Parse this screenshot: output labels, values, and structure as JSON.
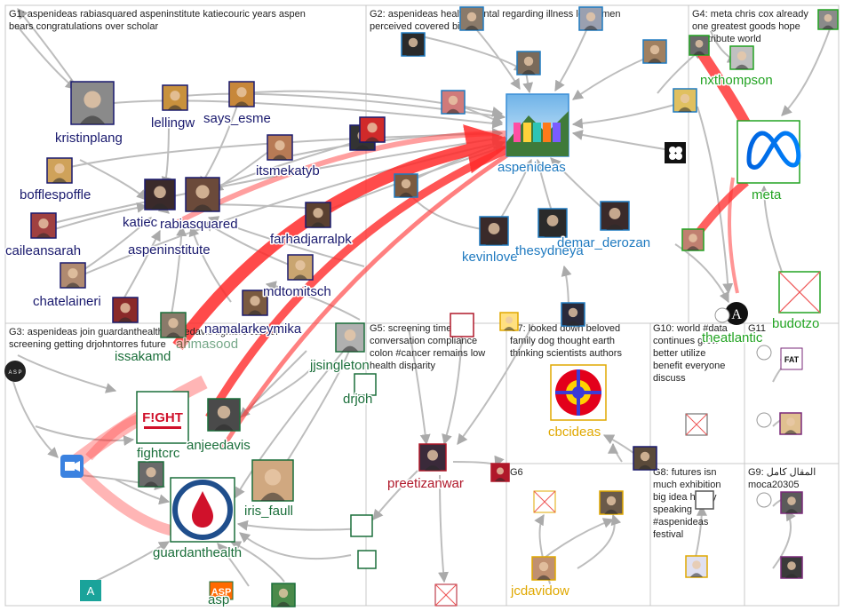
{
  "groups": [
    {
      "id": "G1",
      "label": "G1: aspenideas rabiasquared aspeninstitute katiecouric years aspen bears congratulations over scholar"
    },
    {
      "id": "G2",
      "label": "G2: aspenideas health mental regarding illness lot women perceived covered bikini"
    },
    {
      "id": "G3",
      "label": "G3: aspenideas join guardanthealth anjeedavis fightcrc cancer screening getting drjohntorres future"
    },
    {
      "id": "G4",
      "label": "G4: meta chris cox already one greatest goods hope contribute world"
    },
    {
      "id": "G5",
      "label": "G5: screening timely conversation compliance colon #cancer remains low health disparity"
    },
    {
      "id": "G6",
      "label": "G6"
    },
    {
      "id": "G7",
      "label": "G7: looked down beloved family dog thought earth thinking scientists authors"
    },
    {
      "id": "G8",
      "label": "G8: futures isn much exhibition big idea happy speaking #aspenideas festival"
    },
    {
      "id": "G9",
      "label": "G9: المقال كامل moca20305"
    },
    {
      "id": "G10",
      "label": "G10: world #data continues grow better utilize benefit everyone discuss #inclusivecapitalis..."
    },
    {
      "id": "G11",
      "label": "G11"
    }
  ],
  "nodes": [
    {
      "id": "kristinplang",
      "label": "kristinplang",
      "color": "#1a1a6e",
      "icon": "person-photo"
    },
    {
      "id": "lellingw",
      "label": "lellingw",
      "color": "#1a1a6e",
      "icon": "cat-photo"
    },
    {
      "id": "says_esme",
      "label": "says_esme",
      "color": "#1a1a6e",
      "icon": "cat-photo"
    },
    {
      "id": "itsmekatyb",
      "label": "itsmekatyb",
      "color": "#1a1a6e",
      "icon": "person-photo"
    },
    {
      "id": "bofflespoffle",
      "label": "bofflespoffle",
      "color": "#1a1a6e",
      "icon": "owl-photo"
    },
    {
      "id": "katiecouric",
      "label": "katiec",
      "color": "#1a1a6e",
      "icon": "person-photo"
    },
    {
      "id": "rabiasquared",
      "label": "rabiasquared",
      "color": "#1a1a6e",
      "icon": "person-photo"
    },
    {
      "id": "farhadjarralpk",
      "label": "farhadjarralpk",
      "color": "#1a1a6e",
      "icon": "person-photo"
    },
    {
      "id": "caileansarah",
      "label": "caileansarah",
      "color": "#1a1a6e",
      "icon": "person-photo"
    },
    {
      "id": "aspeninstitute",
      "label": "aspeninstitute",
      "color": "#1a1a6e",
      "icon": "logo"
    },
    {
      "id": "mdtomitsch",
      "label": "mdtomitsch",
      "color": "#1a1a6e",
      "icon": "person-photo"
    },
    {
      "id": "chatelaineri",
      "label": "chatelaineri",
      "color": "#1a1a6e",
      "icon": "person-photo"
    },
    {
      "id": "namalarkeymika",
      "label": "namalarkeymika",
      "color": "#1a1a6e",
      "icon": "person-photo"
    },
    {
      "id": "aspenideas",
      "label": "aspenideas",
      "color": "#1f7ac0",
      "icon": "ideas-logo"
    },
    {
      "id": "kevinlove",
      "label": "kevinlove",
      "color": "#1f7ac0",
      "icon": "person-photo"
    },
    {
      "id": "thesydneya",
      "label": "thesydneya",
      "color": "#1f7ac0",
      "icon": "person-photo"
    },
    {
      "id": "demar_derozan",
      "label": "demar_derozan",
      "color": "#1f7ac0",
      "icon": "person-photo"
    },
    {
      "id": "nxthompson",
      "label": "nxthompson",
      "color": "#22a322",
      "icon": "person-photo"
    },
    {
      "id": "meta",
      "label": "meta",
      "color": "#22a322",
      "icon": "meta-logo"
    },
    {
      "id": "theatlantic",
      "label": "theatlantic",
      "color": "#22a322",
      "icon": "atlantic-logo"
    },
    {
      "id": "budotzo",
      "label": "budotzo",
      "color": "#22a322",
      "icon": "broken-image"
    },
    {
      "id": "issakamd",
      "label": "issakamd",
      "color": "#1a6e3a",
      "icon": "person-photo"
    },
    {
      "id": "ahmasood",
      "label": "ahmasood",
      "color": "#1a6e3a",
      "icon": "person-photo"
    },
    {
      "id": "jjsingleton",
      "label": "jjsingleton",
      "color": "#1a6e3a",
      "icon": "person-photo"
    },
    {
      "id": "drjoh",
      "label": "drjoh",
      "color": "#1a6e3a",
      "icon": "person-photo"
    },
    {
      "id": "fightcrc",
      "label": "fightcrc",
      "color": "#1a6e3a",
      "icon": "fight-logo"
    },
    {
      "id": "anjeedavis",
      "label": "anjeedavis",
      "color": "#1a6e3a",
      "icon": "person-photo"
    },
    {
      "id": "iris_faull",
      "label": "iris_faull",
      "color": "#1a6e3a",
      "icon": "person-photo"
    },
    {
      "id": "guardanthealth",
      "label": "guardanthealth",
      "color": "#1a6e3a",
      "icon": "drop-logo"
    },
    {
      "id": "asp",
      "label": "asp",
      "color": "#1a6e3a",
      "icon": "logo"
    },
    {
      "id": "preetizanwar",
      "label": "preetizanwar",
      "color": "#b0182a",
      "icon": "person-photo"
    },
    {
      "id": "cbcideas",
      "label": "cbcideas",
      "color": "#e0a800",
      "icon": "cbc-logo"
    },
    {
      "id": "jcdavidow",
      "label": "jcdavidow",
      "color": "#e0a800",
      "icon": "person-photo"
    }
  ],
  "legend_glyphs": {
    "a_tile": "A"
  },
  "palette": {
    "grid": "#c8c8c8",
    "edge": "#b9b9b9",
    "highlight": "#ff2b2b"
  }
}
